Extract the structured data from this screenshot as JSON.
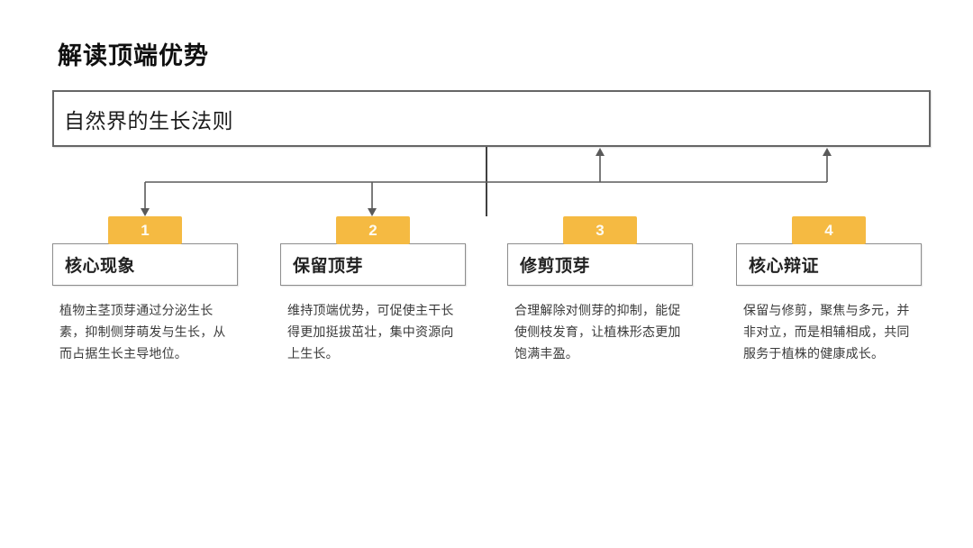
{
  "slide": {
    "title": "解读顶端优势",
    "root_box": {
      "label": "自然界的生长法则"
    },
    "columns": [
      {
        "number": "1",
        "heading": "核心现象",
        "description": "植物主茎顶芽通过分泌生长素，抑制侧芽萌发与生长，从而占据生长主导地位。"
      },
      {
        "number": "2",
        "heading": "保留顶芽",
        "description": "维持顶端优势，可促使主干长得更加挺拔茁壮，集中资源向上生长。"
      },
      {
        "number": "3",
        "heading": "修剪顶芽",
        "description": "合理解除对侧芽的抑制，能促使侧枝发育，让植株形态更加饱满丰盈。"
      },
      {
        "number": "4",
        "heading": "核心辩证",
        "description": "保留与修剪，聚焦与多元，并非对立，而是相辅相成，共同服务于植株的健康成长。"
      }
    ],
    "colors": {
      "accent_yellow": "#f5ba42",
      "connector_gray": "#5a5a5a",
      "border_strong_gray": "#666666"
    }
  }
}
